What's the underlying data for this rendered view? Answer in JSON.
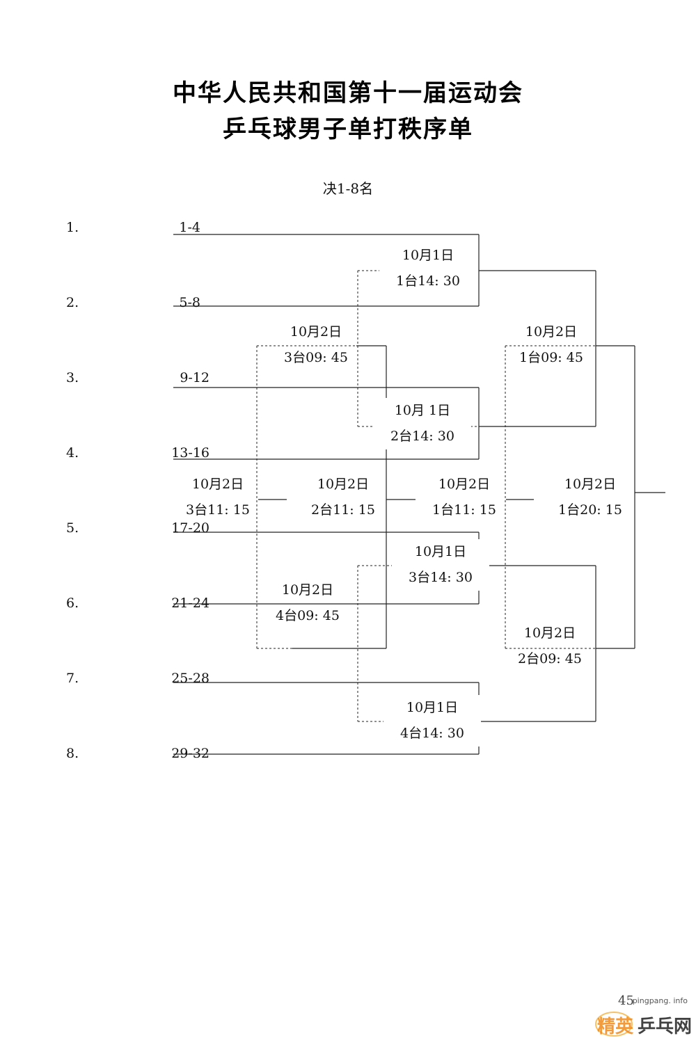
{
  "header": {
    "title_line1": "中华人民共和国第十一届运动会",
    "title_line2": "乒乓球男子单打秩序单",
    "subtitle": "决1-8名"
  },
  "seeds": [
    {
      "num": "1.",
      "range": "1-4"
    },
    {
      "num": "2.",
      "range": "5-8"
    },
    {
      "num": "3.",
      "range": "9-12"
    },
    {
      "num": "4.",
      "range": "13-16"
    },
    {
      "num": "5.",
      "range": "17-20"
    },
    {
      "num": "6.",
      "range": "21-24"
    },
    {
      "num": "7.",
      "range": "25-28"
    },
    {
      "num": "8.",
      "range": "29-32"
    }
  ],
  "matches": {
    "r1_m1": {
      "date": "10月1日",
      "time": "1台14: 30"
    },
    "r1_m2": {
      "date": "10月  1日",
      "time": "2台14: 30"
    },
    "r1_m3": {
      "date": "10月1日",
      "time": "3台14: 30"
    },
    "r1_m4": {
      "date": "10月1日",
      "time": "4台14: 30"
    },
    "lb_top": {
      "date": "10月2日",
      "time": "3台09: 45"
    },
    "lb_bottom": {
      "date": "10月2日",
      "time": "4台09: 45"
    },
    "wb_top": {
      "date": "10月2日",
      "time": "1台09: 45"
    },
    "wb_bottom": {
      "date": "10月2日",
      "time": "2台09: 45"
    },
    "place_a": {
      "date": "10月2日",
      "time": "3台11: 15"
    },
    "place_b": {
      "date": "10月2日",
      "time": "2台11: 15"
    },
    "place_c": {
      "date": "10月2日",
      "time": "1台11: 15"
    },
    "final": {
      "date": "10月2日",
      "time": "1台20: 15"
    }
  },
  "page_number": "45",
  "watermark": {
    "site": "pingpang. info",
    "logo_text": "精英乒乓网"
  }
}
